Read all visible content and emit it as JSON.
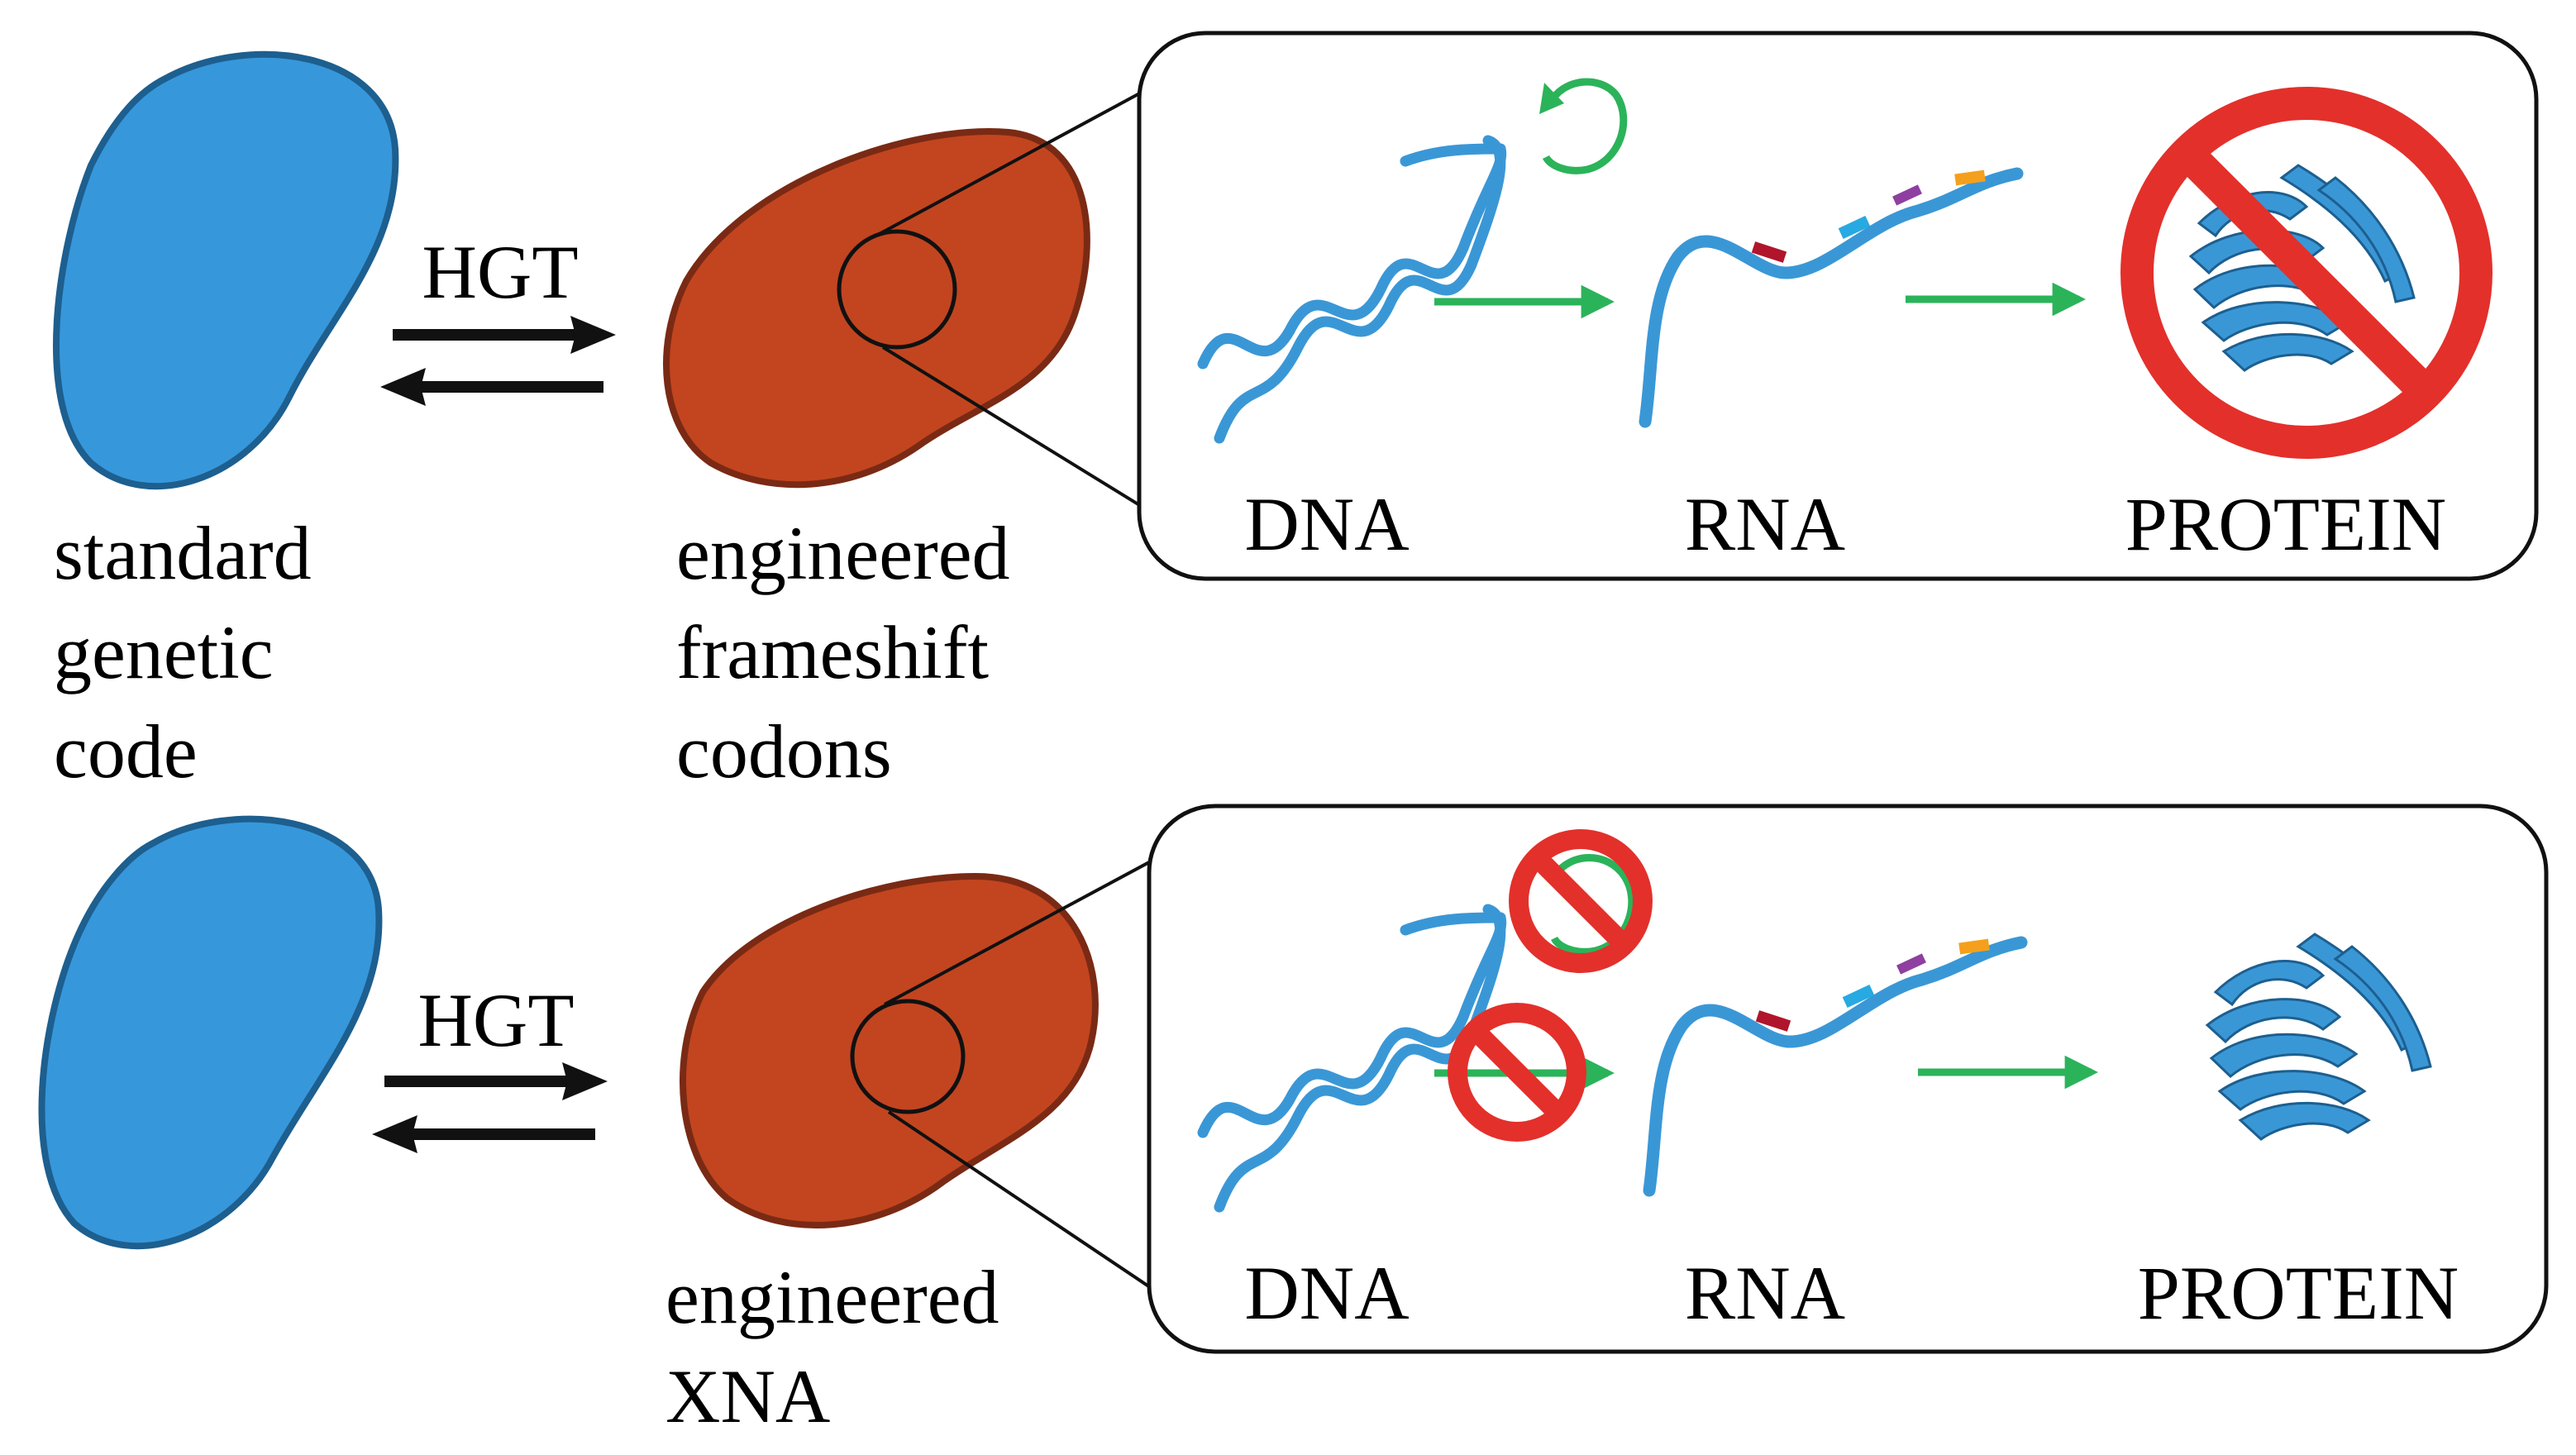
{
  "colors": {
    "standard_cell": "#3797db",
    "standard_cell_edge": "#1d5f8f",
    "engineered_cell": "#c2451f",
    "engineered_cell_edge": "#7a2a14",
    "arrow_green": "#2bb35a",
    "prohibit_red": "#e3302b",
    "molecule_blue": "#3a97d6",
    "mark_dark_red": "#b0152c",
    "mark_cyan": "#27a9e1",
    "mark_purple": "#8e3fa0",
    "mark_orange": "#f5a01c"
  },
  "panel_top": {
    "transfer_label": "HGT",
    "left_label": [
      "standard",
      "genetic",
      "code"
    ],
    "right_label": [
      "engineered",
      "frameshift",
      "codons"
    ],
    "stage_labels": [
      "DNA",
      "RNA",
      "PROTEIN"
    ],
    "blocked_step": "translation"
  },
  "panel_bottom": {
    "transfer_label": "HGT",
    "right_label": [
      "engineered",
      "XNA"
    ],
    "stage_labels": [
      "DNA",
      "RNA",
      "PROTEIN"
    ],
    "blocked_step": "replication and transcription"
  }
}
